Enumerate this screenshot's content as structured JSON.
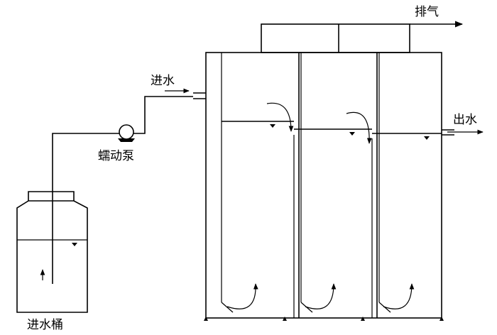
{
  "labels": {
    "exhaust": "排气",
    "water_in": "进水",
    "water_out": "出水",
    "pump": "蠕动泵",
    "inlet_tank": "进水桶"
  },
  "icons": {
    "pump": "peristaltic-pump-icon",
    "water_level": "water-level-marker-icon",
    "flow_arrow": "flow-arrow-icon"
  }
}
